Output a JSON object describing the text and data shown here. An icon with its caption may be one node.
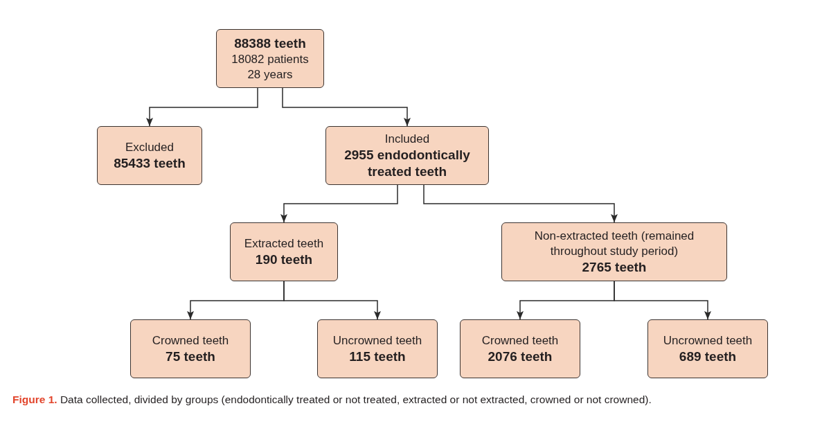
{
  "diagram": {
    "caption": "**Figure 1.** Data collected, divided by groups (endodontically treated or not treated, extracted or not extracted, crowned or not crowned).",
    "nodes": [
      {
        "text": [
          "88388 teeth",
          "18082 patients",
          "28 years"
        ]
      },
      {
        "text": [
          "Excluded",
          "85433 teeth"
        ]
      },
      {
        "text": [
          "Included",
          "2955 endodontically treated teeth"
        ]
      },
      {
        "text": [
          "Extracted teeth",
          "190 teeth"
        ]
      },
      {
        "text": [
          "Non-extracted teeth (remained throughout study period)",
          "2765 teeth"
        ]
      },
      {
        "text": [
          "Crowned teeth",
          "75 teeth"
        ]
      },
      {
        "text": [
          "Uncrowned teeth",
          "115 teeth"
        ]
      },
      {
        "text": [
          "Crowned teeth",
          "2076 teeth"
        ]
      },
      {
        "text": [
          "Uncrowned teeth",
          "689 teeth"
        ]
      }
    ],
    "edges": [
      {
        "from": 0,
        "to": 1,
        "arrow": "to"
      },
      {
        "from": 0,
        "to": 2,
        "arrow": "to"
      },
      {
        "from": 2,
        "to": 3,
        "arrow": "to"
      },
      {
        "from": 2,
        "to": 4,
        "arrow": "to"
      },
      {
        "from": 3,
        "to": 5,
        "arrow": "to"
      },
      {
        "from": 3,
        "to": 6,
        "arrow": "to"
      },
      {
        "from": 4,
        "to": 7,
        "arrow": "to"
      },
      {
        "from": 4,
        "to": 8,
        "arrow": "to"
      }
    ]
  }
}
